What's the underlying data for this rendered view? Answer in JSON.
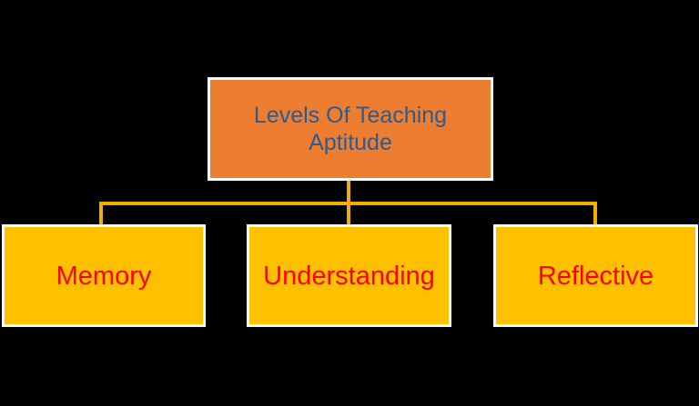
{
  "diagram": {
    "background_color": "#000000",
    "connector_color": "#F2AE00",
    "root": {
      "label": "Levels Of Teaching Aptitude",
      "fill_color": "#ED7D31",
      "text_color": "#2E5B8C",
      "border_color": "#FFFFFF"
    },
    "children": [
      {
        "label": "Memory",
        "fill_color": "#FFC000",
        "text_color": "#FF0000",
        "border_color": "#FFFFFF"
      },
      {
        "label": "Understanding",
        "fill_color": "#FFC000",
        "text_color": "#FF0000",
        "border_color": "#FFFFFF"
      },
      {
        "label": "Reflective",
        "fill_color": "#FFC000",
        "text_color": "#FF0000",
        "border_color": "#FFFFFF"
      }
    ]
  }
}
